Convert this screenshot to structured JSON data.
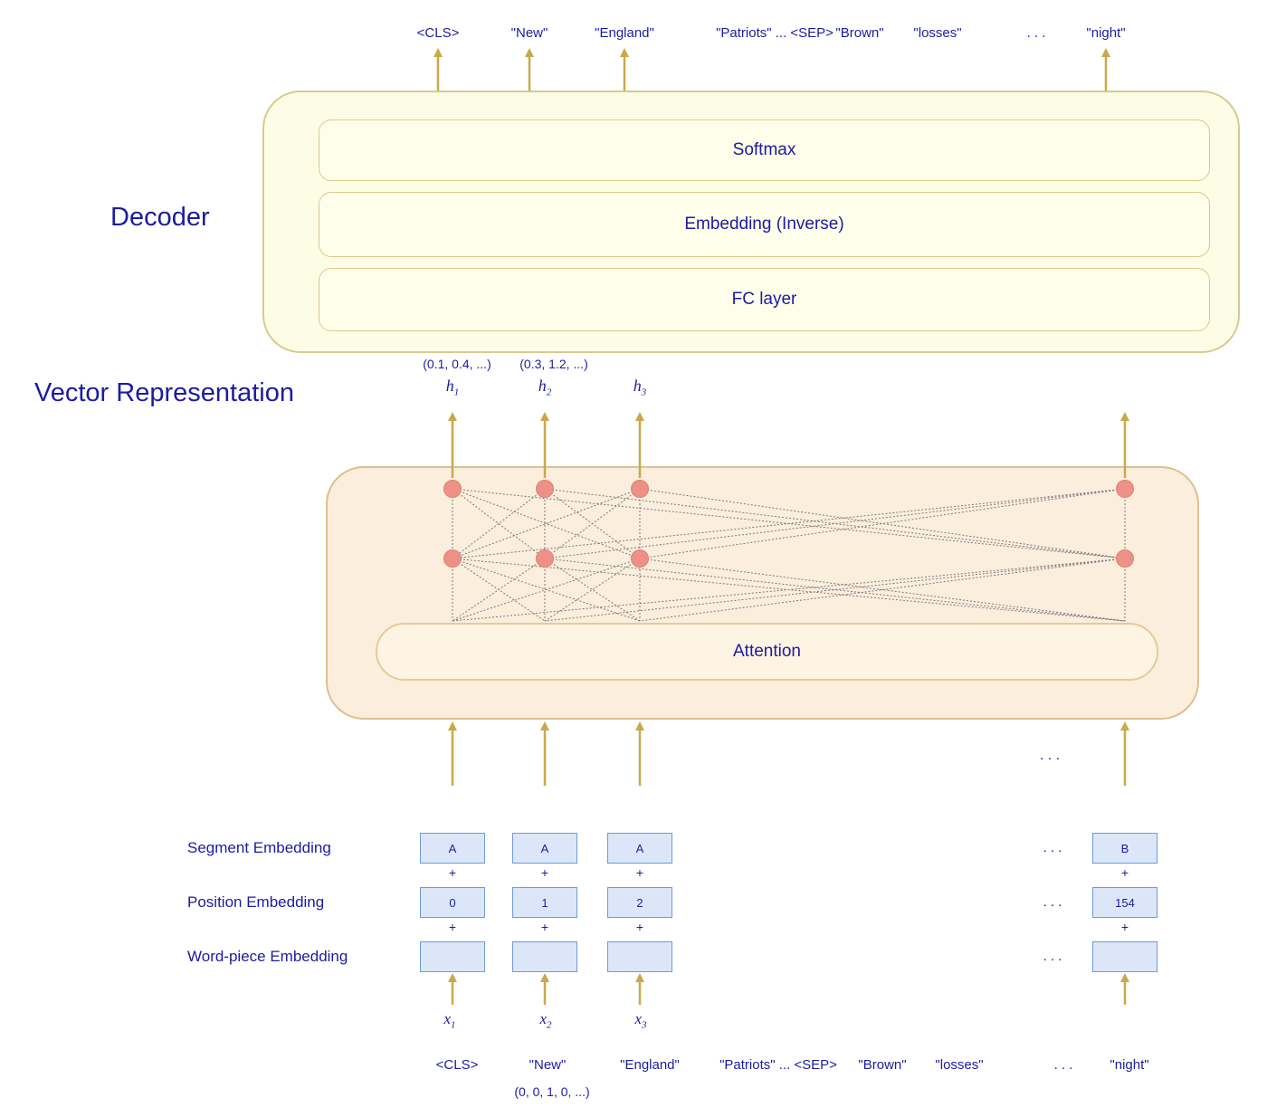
{
  "title_labels": {
    "decoder": "Decoder",
    "vector_representation": "Vector Representation"
  },
  "decoder": {
    "layers": [
      "Softmax",
      "Embedding (Inverse)",
      "FC layer"
    ]
  },
  "encoder": {
    "attention": "Attention"
  },
  "top_tokens": [
    "<CLS>",
    "\"New\"",
    "\"England\"",
    "\"Patriots\" ... <SEP>",
    "\"Brown\"",
    "\"losses\"",
    ". . .",
    "\"night\""
  ],
  "hidden_vectors": {
    "values": [
      "(0.1, 0.4, ...)",
      "(0.3, 1.2, ...)"
    ],
    "labels": [
      {
        "base": "h",
        "sub": "1"
      },
      {
        "base": "h",
        "sub": "2"
      },
      {
        "base": "h",
        "sub": "3"
      }
    ]
  },
  "embedding_rows": {
    "segment": {
      "label": "Segment Embedding",
      "values": [
        "A",
        "A",
        "A",
        "B"
      ]
    },
    "position": {
      "label": "Position Embedding",
      "values": [
        "0",
        "1",
        "2",
        "154"
      ]
    },
    "wordpiece": {
      "label": "Word-piece Embedding"
    }
  },
  "plus": "+",
  "dots": ". . .",
  "inputs": {
    "labels": [
      {
        "base": "x",
        "sub": "1"
      },
      {
        "base": "x",
        "sub": "2"
      },
      {
        "base": "x",
        "sub": "3"
      }
    ],
    "tokens": [
      "<CLS>",
      "\"New\"",
      "\"England\"",
      "\"Patriots\" ... <SEP>",
      "\"Brown\"",
      "\"losses\"",
      ". . .",
      "\"night\""
    ],
    "one_hot": "(0, 0, 1, 0, ...)"
  },
  "colors": {
    "text": "#1c1c9e",
    "arrow": "#c9a84c",
    "node": "#ed9186",
    "decoder_fill": "#fdfde6",
    "decoder_border": "#d9c98f",
    "encoder_fill": "#fbeedd",
    "attention_fill": "#fef4e3",
    "embedding_fill": "#dbe7f8",
    "embedding_border": "#6f9bd6"
  }
}
